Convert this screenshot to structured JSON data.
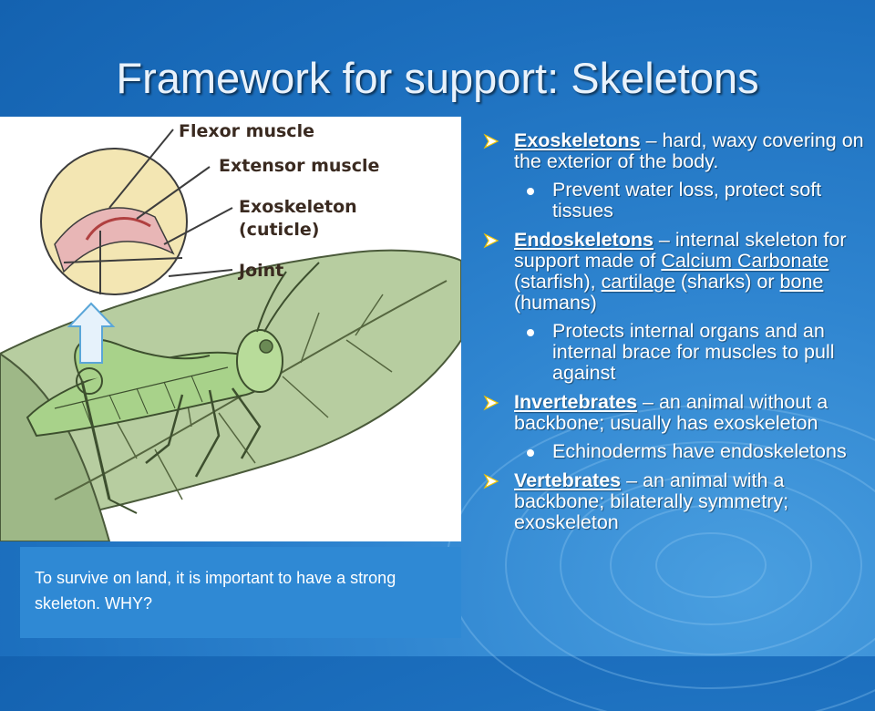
{
  "slide": {
    "title": "Framework for support:  Skeletons",
    "caption": "To survive on land, it is important to have a strong skeleton.  WHY?"
  },
  "figure": {
    "labels": {
      "flexor": "Flexor muscle",
      "extensor": "Extensor muscle",
      "exoskeleton": "Exoskeleton",
      "cuticle": "(cuticle)",
      "joint": "Joint"
    }
  },
  "bullets": [
    {
      "term": "Exoskeletons",
      "text": " – hard, waxy covering on the exterior of the body.",
      "sub": [
        "Prevent water loss, protect soft tissues"
      ]
    },
    {
      "term": "Endoskeletons",
      "text_a": " – internal skeleton for support made of ",
      "u1": "Calcium Carbonate ",
      "text_b": "(starfish), ",
      "u2": "cartilage",
      "text_c": " (sharks) or ",
      "u3": "bone",
      "text_d": " (humans)",
      "sub": [
        "Protects internal organs and an internal brace for muscles to pull against"
      ]
    },
    {
      "term": "Invertebrates",
      "text": " – an animal without a backbone; usually has exoskeleton",
      "sub": [
        "Echinoderms have endoskeletons"
      ]
    },
    {
      "term": "Vertebrates",
      "text": " – an animal with a backbone; bilaterally symmetry; exoskeleton",
      "sub": []
    }
  ]
}
